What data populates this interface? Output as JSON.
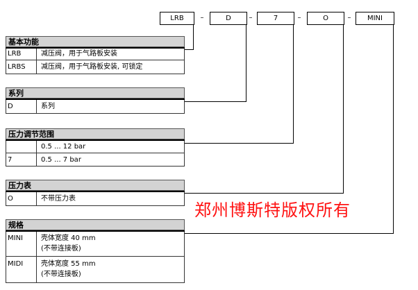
{
  "code": {
    "boxes": [
      "LRB",
      "D",
      "7",
      "O",
      "MINI"
    ],
    "separator": "–"
  },
  "sections": {
    "basic": {
      "title": "基本功能",
      "rows": [
        {
          "code": "LRB",
          "desc": "减压阀，用于气路板安装"
        },
        {
          "code": "LRBS",
          "desc": "减压阀，用于气路板安装, 可锁定"
        }
      ]
    },
    "series": {
      "title": "系列",
      "rows": [
        {
          "code": "D",
          "desc": "系列"
        }
      ]
    },
    "pressure": {
      "title": "压力调节范围",
      "rows": [
        {
          "code": "",
          "desc": "0.5 ... 12 bar"
        },
        {
          "code": "7",
          "desc": "0.5 ... 7 bar"
        }
      ]
    },
    "gauge": {
      "title": "压力表",
      "rows": [
        {
          "code": "O",
          "desc": "不带压力表"
        }
      ]
    },
    "spec": {
      "title": "规格",
      "rows": [
        {
          "code": "MINI",
          "desc1": "壳体宽度 40 mm",
          "desc2": "(不带连接板)"
        },
        {
          "code": "MIDI",
          "desc1": "壳体宽度 55 mm",
          "desc2": "(不带连接板)"
        }
      ]
    }
  },
  "watermark": "郑州博斯特版权所有",
  "colors": {
    "header_bg": "#d3d3d3",
    "watermark": "#ff1111"
  }
}
